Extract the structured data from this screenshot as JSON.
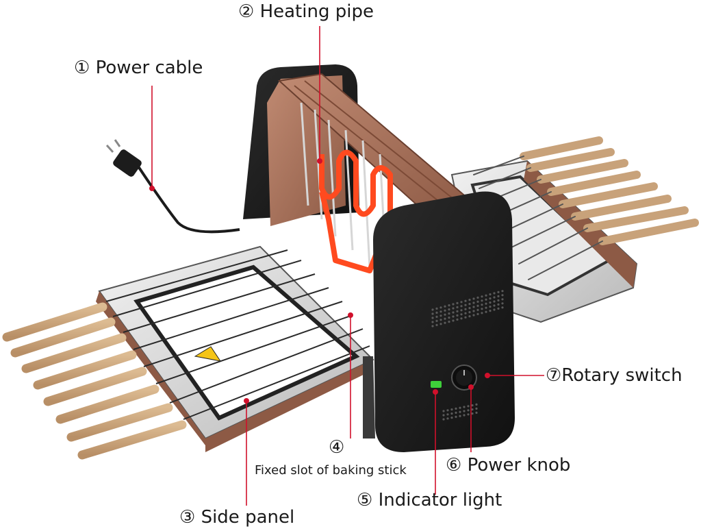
{
  "labels": {
    "heating_pipe": "② Heating pipe",
    "power_cable": "① Power cable",
    "rotary_switch": "⑦Rotary switch",
    "slot_number": "④",
    "slot_text": "Fixed slot of baking stick",
    "power_knob": "⑥ Power knob",
    "indicator_light": "⑤ Indicator light",
    "side_panel": "③ Side panel"
  },
  "colors": {
    "leader_line": "#d0102b",
    "housing": "#1e1e1e",
    "copper": "#a8705a",
    "heating_coil": "#ff4a1f",
    "stick_wood": "#c8a27a",
    "indicator_green": "#3ecf3a"
  }
}
